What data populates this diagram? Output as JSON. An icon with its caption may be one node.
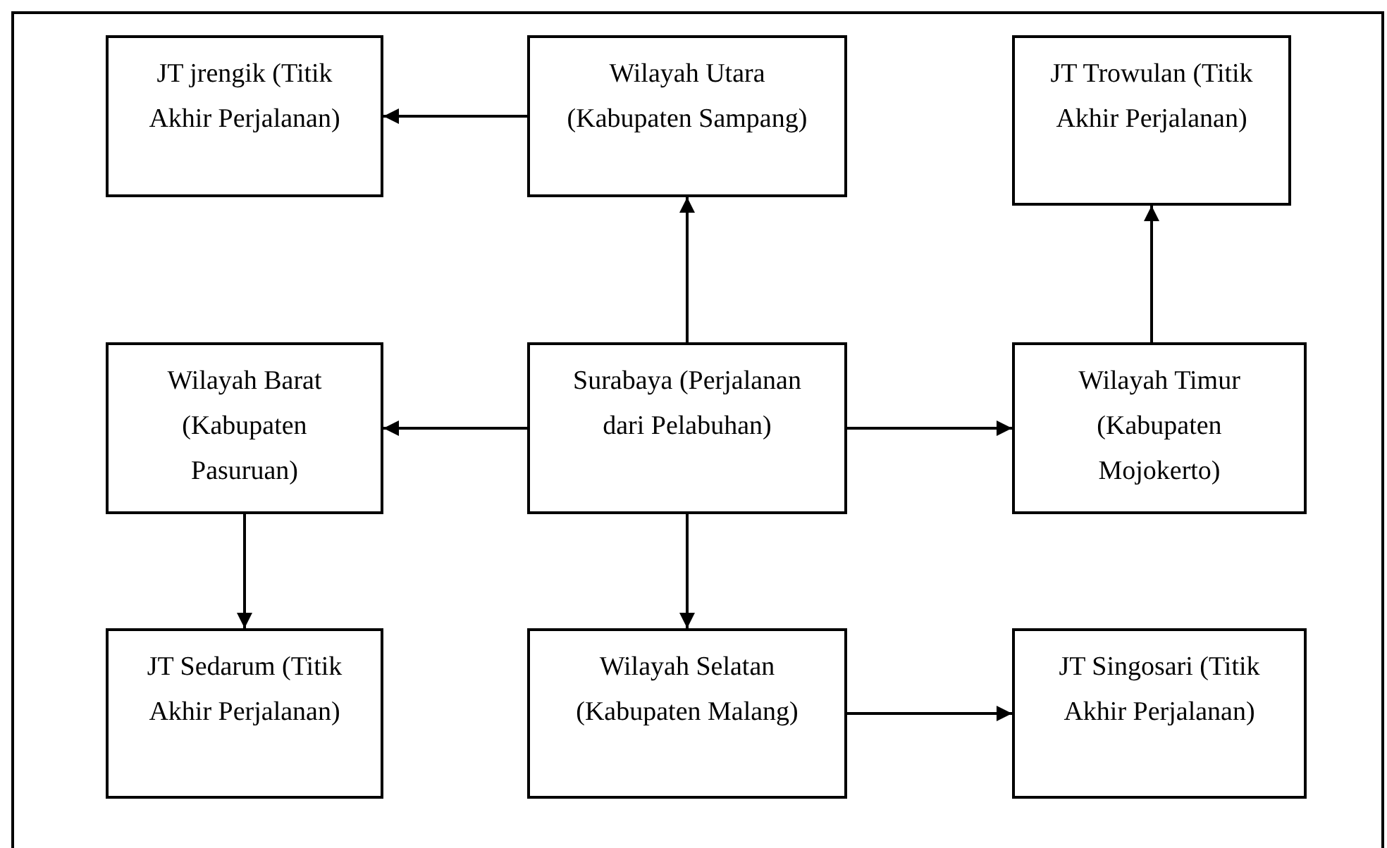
{
  "diagram": {
    "nodes": [
      {
        "text": [
          "JT jrengik (Titik Akhir Perjalanan)"
        ]
      },
      {
        "text": [
          "Wilayah Utara (Kabupaten Sampang)"
        ]
      },
      {
        "text": [
          "JT Trowulan (Titik Akhir Perjalanan)"
        ]
      },
      {
        "text": [
          "Wilayah Barat (Kabupaten Pasuruan)"
        ]
      },
      {
        "text": [
          "Surabaya (Perjalanan dari Pelabuhan)"
        ]
      },
      {
        "text": [
          "Wilayah Timur (Kabupaten Mojokerto)"
        ]
      },
      {
        "text": [
          "JT Sedarum (Titik Akhir Perjalanan)"
        ]
      },
      {
        "text": [
          "Wilayah Selatan (Kabupaten Malang)"
        ]
      },
      {
        "text": [
          "JT Singosari (Titik Akhir Perjalanan)"
        ]
      }
    ],
    "edges": [
      {
        "from": 1,
        "to": 0,
        "arrow": "to"
      },
      {
        "from": 4,
        "to": 1,
        "arrow": "to"
      },
      {
        "from": 5,
        "to": 2,
        "arrow": "to"
      },
      {
        "from": 4,
        "to": 3,
        "arrow": "to"
      },
      {
        "from": 4,
        "to": 5,
        "arrow": "to"
      },
      {
        "from": 3,
        "to": 6,
        "arrow": "to"
      },
      {
        "from": 4,
        "to": 7,
        "arrow": "to"
      },
      {
        "from": 7,
        "to": 8,
        "arrow": "to"
      }
    ]
  }
}
